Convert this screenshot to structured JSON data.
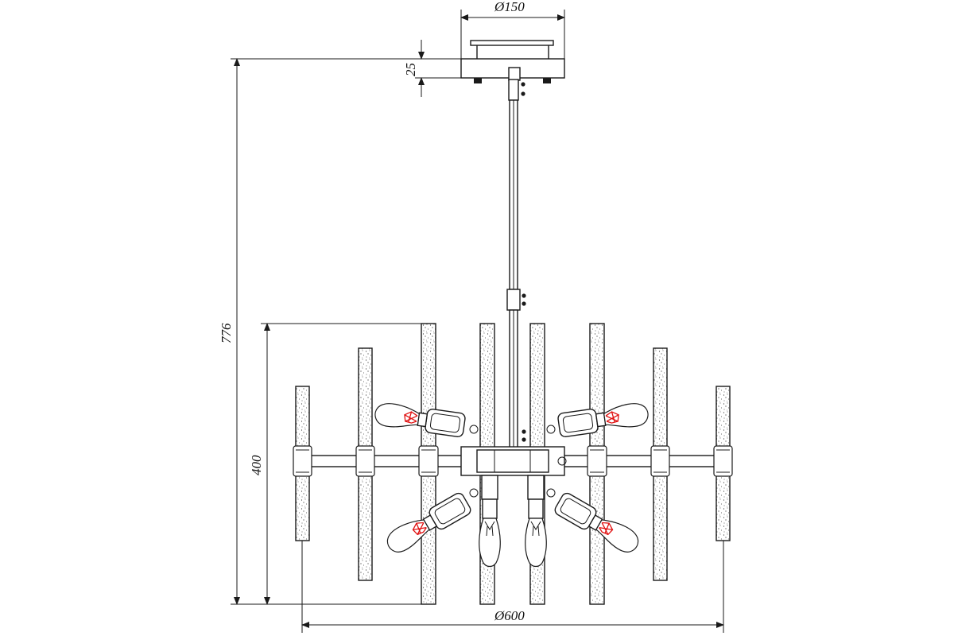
{
  "dimensions": {
    "canopy_diameter": "Ø150",
    "canopy_height": "25",
    "total_height": "776",
    "fixture_height": "400",
    "fixture_diameter": "Ø600"
  },
  "colors": {
    "line": "#1a1a1a",
    "filament": "#e01010",
    "background": "#ffffff"
  }
}
